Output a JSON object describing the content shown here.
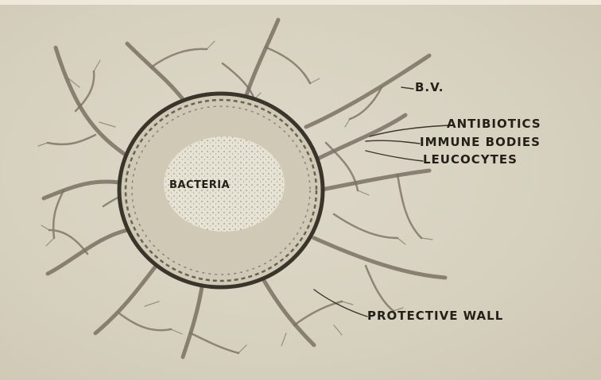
{
  "labels": {
    "bacteria": "BACTERIA",
    "blood_vessel": "B.V.",
    "antibiotics": "ANTIBIOTICS",
    "immune_bodies": "IMMUNE BODIES",
    "leucocytes": "LEUCOCYTES",
    "protective_wall": "PROTECTIVE WALL"
  },
  "colors": {
    "background": "#d9d4c3",
    "ink": "#242018",
    "vessel": "#7a7264",
    "bacteria_fill": "#e6e2d4"
  }
}
